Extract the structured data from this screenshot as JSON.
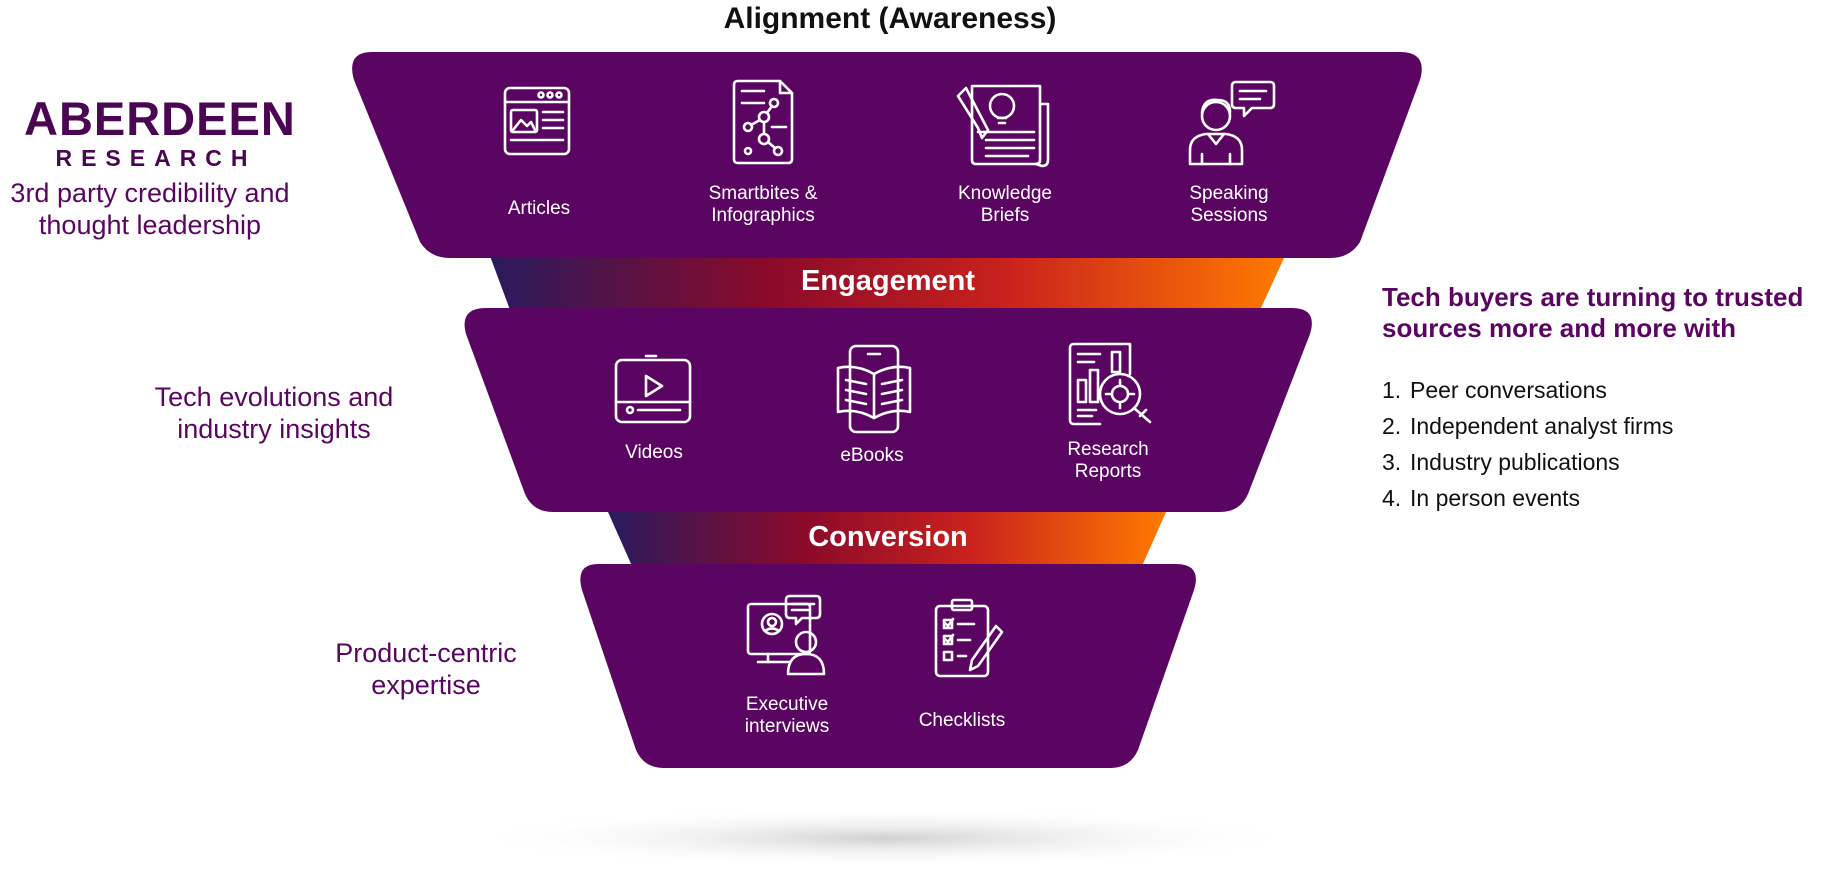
{
  "title": "Alignment (Awareness)",
  "logo": {
    "line1": "ABERDEEN",
    "line2": "RESEARCH"
  },
  "tiers": [
    {
      "side_text_line1": "3rd party credibility and",
      "side_text_line2": "thought leadership",
      "items": [
        {
          "label_line1": "Articles",
          "label_line2": "",
          "icon": "article-browser-icon"
        },
        {
          "label_line1": "Smartbites &",
          "label_line2": "Infographics",
          "icon": "infographic-document-icon"
        },
        {
          "label_line1": "Knowledge",
          "label_line2": "Briefs",
          "icon": "knowledge-brief-lightbulb-icon"
        },
        {
          "label_line1": "Speaking",
          "label_line2": "Sessions",
          "icon": "speaker-chat-icon"
        }
      ]
    },
    {
      "band_title": "Engagement",
      "side_text_line1": "Tech evolutions and",
      "side_text_line2": "industry insights",
      "items": [
        {
          "label_line1": "Videos",
          "label_line2": "",
          "icon": "video-player-icon"
        },
        {
          "label_line1": "eBooks",
          "label_line2": "",
          "icon": "ebook-phone-icon"
        },
        {
          "label_line1": "Research",
          "label_line2": "Reports",
          "icon": "research-report-gear-icon"
        }
      ]
    },
    {
      "band_title": "Conversion",
      "side_text_line1": "Product-centric",
      "side_text_line2": "expertise",
      "items": [
        {
          "label_line1": "Executive",
          "label_line2": "interviews",
          "icon": "executive-interview-monitor-icon"
        },
        {
          "label_line1": "Checklists",
          "label_line2": "",
          "icon": "checklist-clipboard-icon"
        }
      ]
    }
  ],
  "right_panel": {
    "heading_line1": "Tech buyers are turning to trusted",
    "heading_line2": "sources more and more with",
    "items": [
      {
        "num": "1.",
        "text": "Peer conversations"
      },
      {
        "num": "2.",
        "text": "Independent analyst firms"
      },
      {
        "num": "3.",
        "text": "Industry publications"
      },
      {
        "num": "4.",
        "text": "In person events"
      }
    ]
  },
  "colors": {
    "tier_fill": "#5b0563",
    "band_gradient": [
      "#2a1a5e",
      "#8a0a2a",
      "#c0181e",
      "#ff7a00"
    ],
    "accent_text": "#5b0563"
  }
}
